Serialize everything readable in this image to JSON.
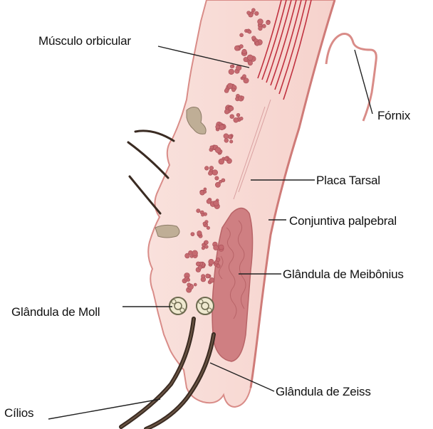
{
  "diagram": {
    "labels": {
      "musculo_orbicular": "Músculo orbicular",
      "fornix": "Fórnix",
      "placa_tarsal": "Placa Tarsal",
      "conjuntiva_palpebral": "Conjuntiva palpebral",
      "glandula_meibonius": "Glândula de Meibônius",
      "glandula_moll": "Glândula de Moll",
      "glandula_zeiss": "Glândula de Zeiss",
      "cilios": "Cílios"
    },
    "colors": {
      "tissue": "#f8d9d4",
      "tissue_outline": "#d98c88",
      "muscle_dots": "#c56a70",
      "muscle_fibers": "#c0313f",
      "meibomian": "#cd7c7f",
      "lashes": "#3a2b22",
      "cilia_lines": "#5a4030",
      "leader_lines": "#222222",
      "background": "#ffffff"
    }
  }
}
